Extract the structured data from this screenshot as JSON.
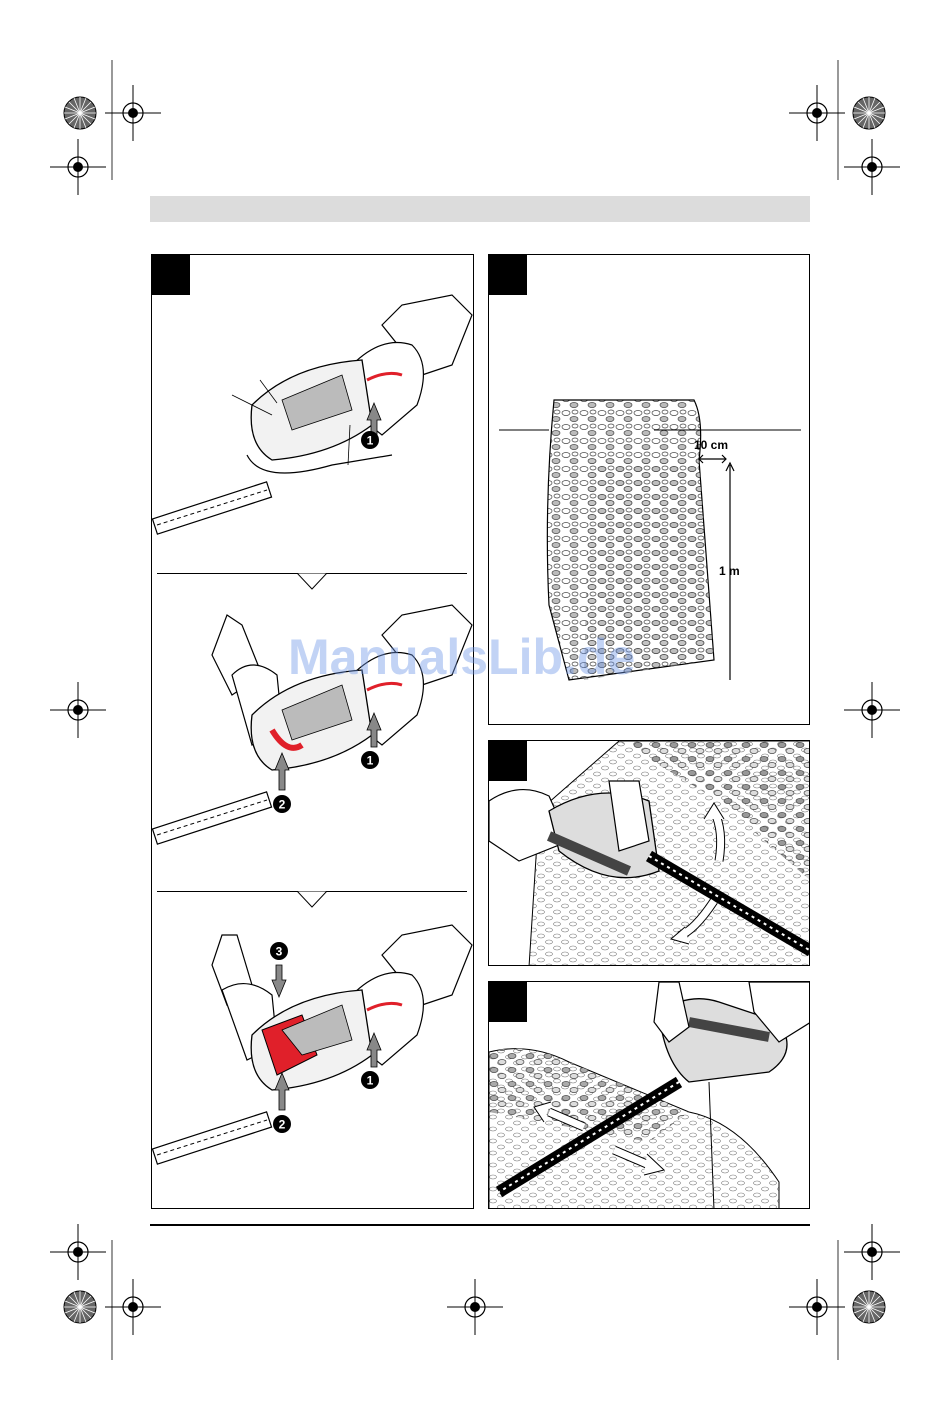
{
  "watermark": "ManualsLib.de",
  "dimensions": {
    "thickness": "10 cm",
    "height": "1 m"
  },
  "step_markers": {
    "a1": "1",
    "b1": "1",
    "b2": "2",
    "c1": "1",
    "c2": "2",
    "c3": "3"
  },
  "colors": {
    "accent_red": "#e0202a",
    "header_gray": "#dcdcdc",
    "watermark_blue": "#6e96e6"
  }
}
